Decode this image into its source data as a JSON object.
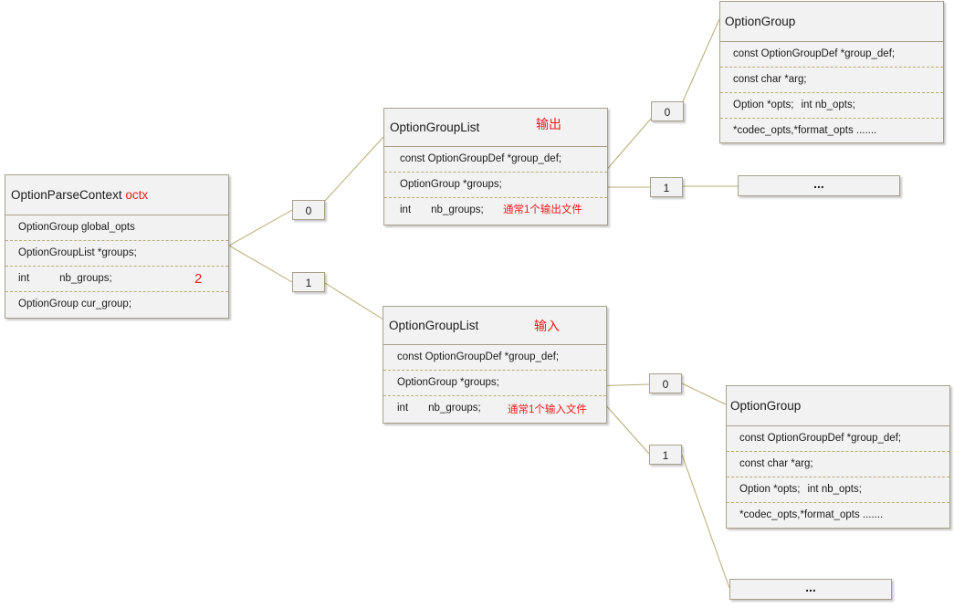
{
  "ctx": {
    "title": "OptionParseContext",
    "title_var": "octx",
    "rows": {
      "global_opts": "OptionGroup global_opts",
      "groups": "OptionGroupList *groups;",
      "nb_type": "int",
      "nb_name": "nb_groups;",
      "nb_count": "2",
      "cur_group": "OptionGroup cur_group;"
    }
  },
  "index_labels": {
    "zero": "0",
    "one": "1"
  },
  "output_list": {
    "title": "OptionGroupList",
    "note": "输出",
    "group_def": "const OptionGroupDef *group_def;",
    "groups": "OptionGroup *groups;",
    "nb_type": "int",
    "nb_name": "nb_groups;",
    "nb_note": "通常1个输出文件"
  },
  "input_list": {
    "title": "OptionGroupList",
    "note": "输入",
    "group_def": "const OptionGroupDef *group_def;",
    "groups": "OptionGroup *groups;",
    "nb_type": "int",
    "nb_name": "nb_groups;",
    "nb_note": "通常1个输入文件"
  },
  "option_group_top": {
    "title": "OptionGroup",
    "group_def": "const OptionGroupDef *group_def;",
    "arg": "const char *arg;",
    "opts": "Option *opts;",
    "nb_opts": "int  nb_opts;",
    "codec": "*codec_opts,*format_opts ......."
  },
  "option_group_bottom": {
    "title": "OptionGroup",
    "group_def": "const OptionGroupDef *group_def;",
    "arg": "const char *arg;",
    "opts": "Option *opts;",
    "nb_opts": "int  nb_opts;",
    "codec": "*codec_opts,*format_opts ......."
  },
  "ellipsis": "..."
}
